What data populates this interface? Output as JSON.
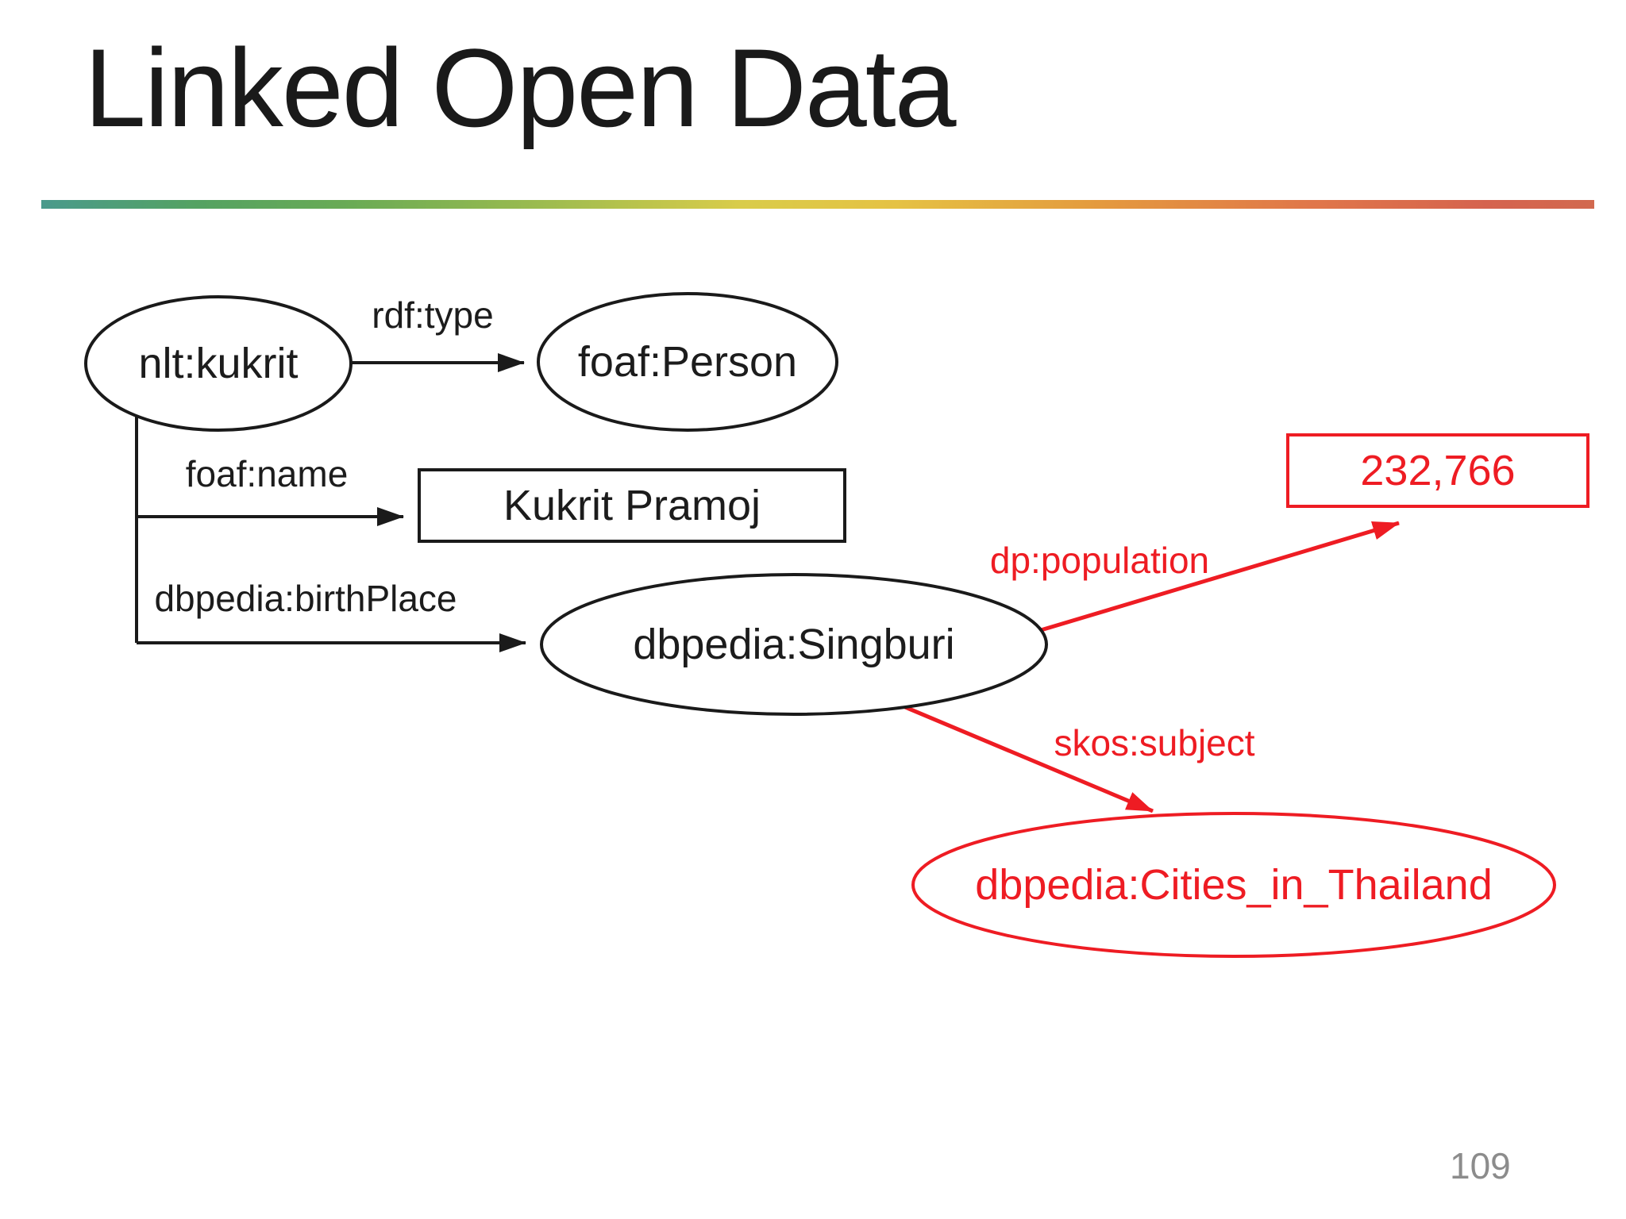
{
  "slide": {
    "title": "Linked Open Data",
    "page_number": "109"
  },
  "colors": {
    "accent_red": "#ee1c23",
    "line_black": "#1a1a1a",
    "page_number_gray": "#8c8c8c",
    "divider_gradient": [
      "#4a9a8c",
      "#54a262",
      "#9bbb4f",
      "#d9cc4a",
      "#e5c244",
      "#e49a3e",
      "#e0764a",
      "#d5634e"
    ]
  },
  "diagram": {
    "nodes": {
      "kukrit": {
        "label": "nlt:kukrit",
        "shape": "ellipse",
        "color": "black"
      },
      "person": {
        "label": "foaf:Person",
        "shape": "ellipse",
        "color": "black"
      },
      "kukrit_name_literal": {
        "label": "Kukrit Pramoj",
        "shape": "rect",
        "color": "black"
      },
      "singburi": {
        "label": "dbpedia:Singburi",
        "shape": "ellipse",
        "color": "black"
      },
      "population_literal": {
        "label": "232,766",
        "shape": "rect",
        "color": "red"
      },
      "cities_in_thailand": {
        "label": "dbpedia:Cities_in_Thailand",
        "shape": "ellipse",
        "color": "red"
      }
    },
    "edges": {
      "rdf_type": {
        "label": "rdf:type",
        "from": "nlt:kukrit",
        "to": "foaf:Person",
        "color": "black"
      },
      "foaf_name": {
        "label": "foaf:name",
        "from": "nlt:kukrit",
        "to": "Kukrit Pramoj",
        "color": "black"
      },
      "dbpedia_birthplace": {
        "label": "dbpedia:birthPlace",
        "from": "nlt:kukrit",
        "to": "dbpedia:Singburi",
        "color": "black"
      },
      "dp_population": {
        "label": "dp:population",
        "from": "dbpedia:Singburi",
        "to": "232,766",
        "color": "red"
      },
      "skos_subject": {
        "label": "skos:subject",
        "from": "dbpedia:Singburi",
        "to": "dbpedia:Cities_in_Thailand",
        "color": "red"
      }
    }
  }
}
